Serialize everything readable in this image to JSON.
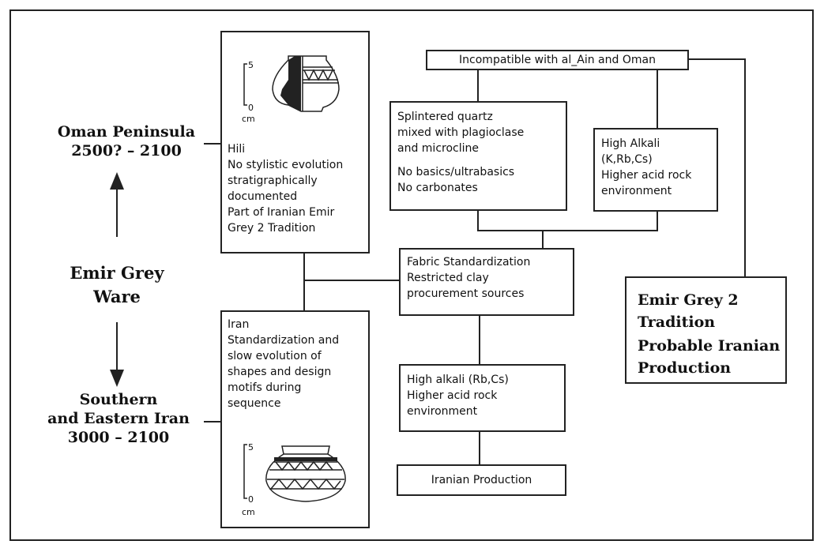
{
  "left": {
    "oman": [
      "Oman Peninsula",
      "2500? – 2100"
    ],
    "ware": [
      "Emir Grey",
      "Ware"
    ],
    "iran": [
      "Southern",
      "and Eastern Iran",
      "3000 – 2100"
    ]
  },
  "hili": {
    "scale_top": "5",
    "scale_bottom": "0",
    "scale_unit": "cm",
    "lines": [
      "Hili",
      "No stylistic evolution",
      "stratigraphically",
      "documented",
      "Part of Iranian Emir",
      "Grey 2 Tradition"
    ]
  },
  "iran_box": {
    "lines": [
      "Iran",
      "Standardization and",
      "slow evolution of",
      "shapes and design",
      "motifs during",
      "sequence"
    ],
    "scale_top": "5",
    "scale_bottom": "0",
    "scale_unit": "cm"
  },
  "incompatible": "Incompatible with al_Ain and Oman",
  "quartz": {
    "lines1": [
      "Splintered quartz",
      "mixed with plagioclase",
      "and microcline"
    ],
    "lines2": [
      "No basics/ultrabasics",
      "No carbonates"
    ]
  },
  "alkali1": [
    "High Alkali",
    "(K,Rb,Cs)",
    "Higher acid rock",
    "environment"
  ],
  "fabric": [
    "Fabric Standardization",
    "Restricted clay",
    "procurement sources"
  ],
  "alkali2": [
    "High alkali (Rb,Cs)",
    "Higher acid rock",
    "environment"
  ],
  "production": "Iranian Production",
  "emir2": {
    "lines1": [
      "Emir Grey 2",
      "Tradition"
    ],
    "lines2": [
      "Probable Iranian",
      "Production"
    ]
  }
}
